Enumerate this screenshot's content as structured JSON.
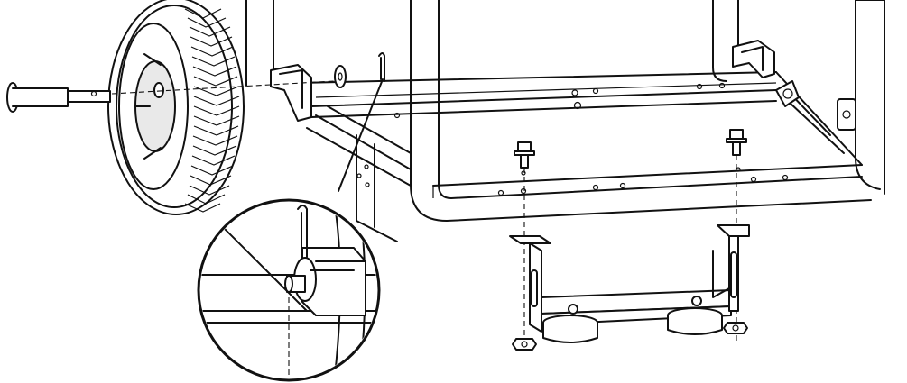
{
  "diagram": {
    "kind": "exploded assembly illustration",
    "parts": [
      {
        "id": "axle-pin",
        "icon": "axle-pin-icon"
      },
      {
        "id": "wheel",
        "icon": "tire-icon"
      },
      {
        "id": "flat-washer",
        "icon": "washer-icon"
      },
      {
        "id": "hitch-pin-clip",
        "icon": "cotter-pin-icon"
      },
      {
        "id": "frame",
        "icon": "frame-icon"
      },
      {
        "id": "flange-bolt-left",
        "icon": "bolt-icon"
      },
      {
        "id": "flange-bolt-right",
        "icon": "bolt-icon"
      },
      {
        "id": "support-bracket",
        "icon": "bracket-icon"
      },
      {
        "id": "flange-nut-left",
        "icon": "nut-icon"
      },
      {
        "id": "flange-nut-right",
        "icon": "nut-icon"
      },
      {
        "id": "detail-view",
        "icon": "magnifier-callout-icon"
      }
    ],
    "colors": {
      "ink": "#111111",
      "paper": "#ffffff",
      "shade": "#e9e9e9"
    }
  }
}
